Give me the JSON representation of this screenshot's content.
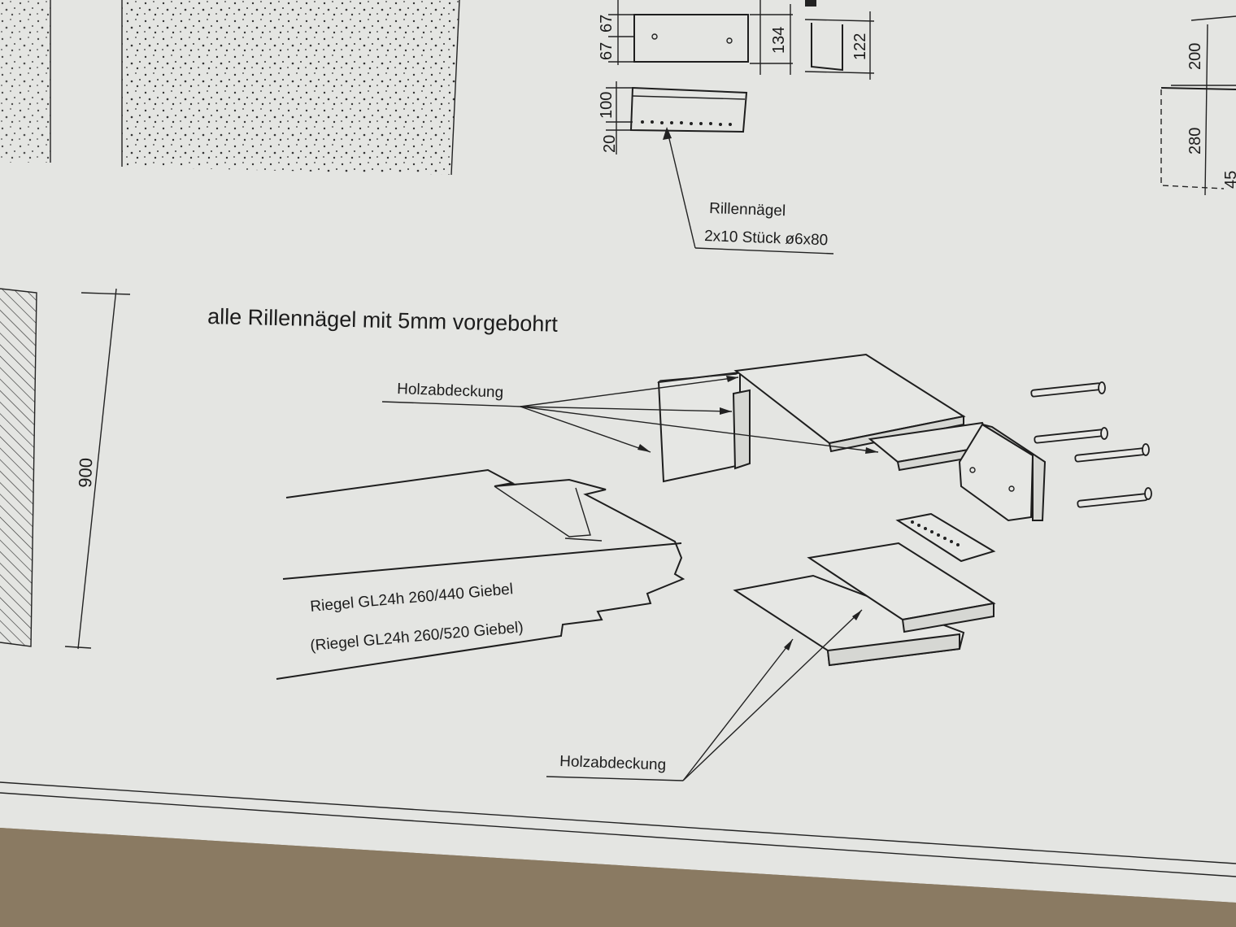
{
  "note": "alle Rillennägel mit 5mm vorgebohrt",
  "nail_callout": {
    "line1": "Rillennägel",
    "line2": "2x10 Stück ø6x80"
  },
  "labels": {
    "holzabdeckung_top": "Holzabdeckung",
    "holzabdeckung_bottom": "Holzabdeckung",
    "riegel_line1": "Riegel GL24h 260/440  Giebel",
    "riegel_line2": "(Riegel GL24h 260/520  Giebel)"
  },
  "dimensions": {
    "d_67a": "67",
    "d_67b": "67",
    "d_134": "134",
    "d_122": "122",
    "d_100": "100",
    "d_20": "20",
    "d_900": "900",
    "d_200": "200",
    "d_280": "280",
    "d_45": "45"
  },
  "colors": {
    "paper": "#e4e5e2",
    "ink": "#1e1e1e",
    "wood_surface": "#8a7a62"
  }
}
